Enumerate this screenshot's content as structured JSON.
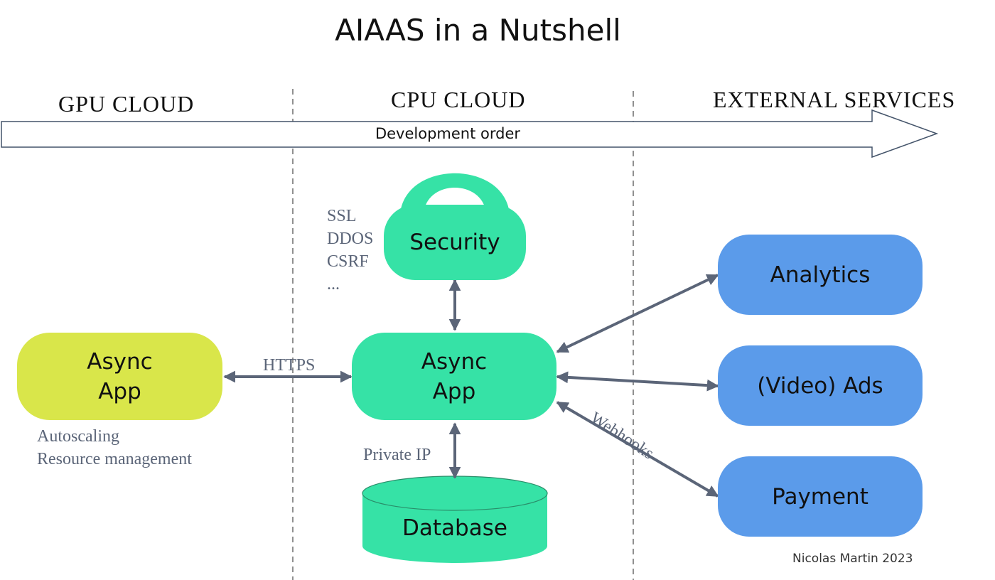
{
  "title": "AIAAS in a Nutshell",
  "columns": {
    "gpu": "GPU CLOUD",
    "cpu": "CPU CLOUD",
    "external": "EXTERNAL SERVICES"
  },
  "development_arrow": {
    "label": "Development order"
  },
  "gpu_app": {
    "label_line1": "Async",
    "label_line2": "App",
    "color": "#d9e64a"
  },
  "gpu_notes": {
    "line1": "Autoscaling",
    "line2": "Resource management"
  },
  "cpu_app": {
    "label_line1": "Async",
    "label_line2": "App",
    "color": "#36e2a6"
  },
  "security": {
    "label": "Security",
    "color": "#36e2a6"
  },
  "security_notes": {
    "line1": "SSL",
    "line2": "DDOS",
    "line3": "CSRF",
    "line4": "..."
  },
  "database": {
    "label": "Database",
    "color": "#36e2a6"
  },
  "external_services": {
    "color": "#5b9bea",
    "analytics": "Analytics",
    "ads": "(Video) Ads",
    "payment": "Payment"
  },
  "connections": {
    "https": "HTTPS",
    "private_ip": "Private IP",
    "webhooks": "Webhooks"
  },
  "credit": "Nicolas Martin 2023"
}
